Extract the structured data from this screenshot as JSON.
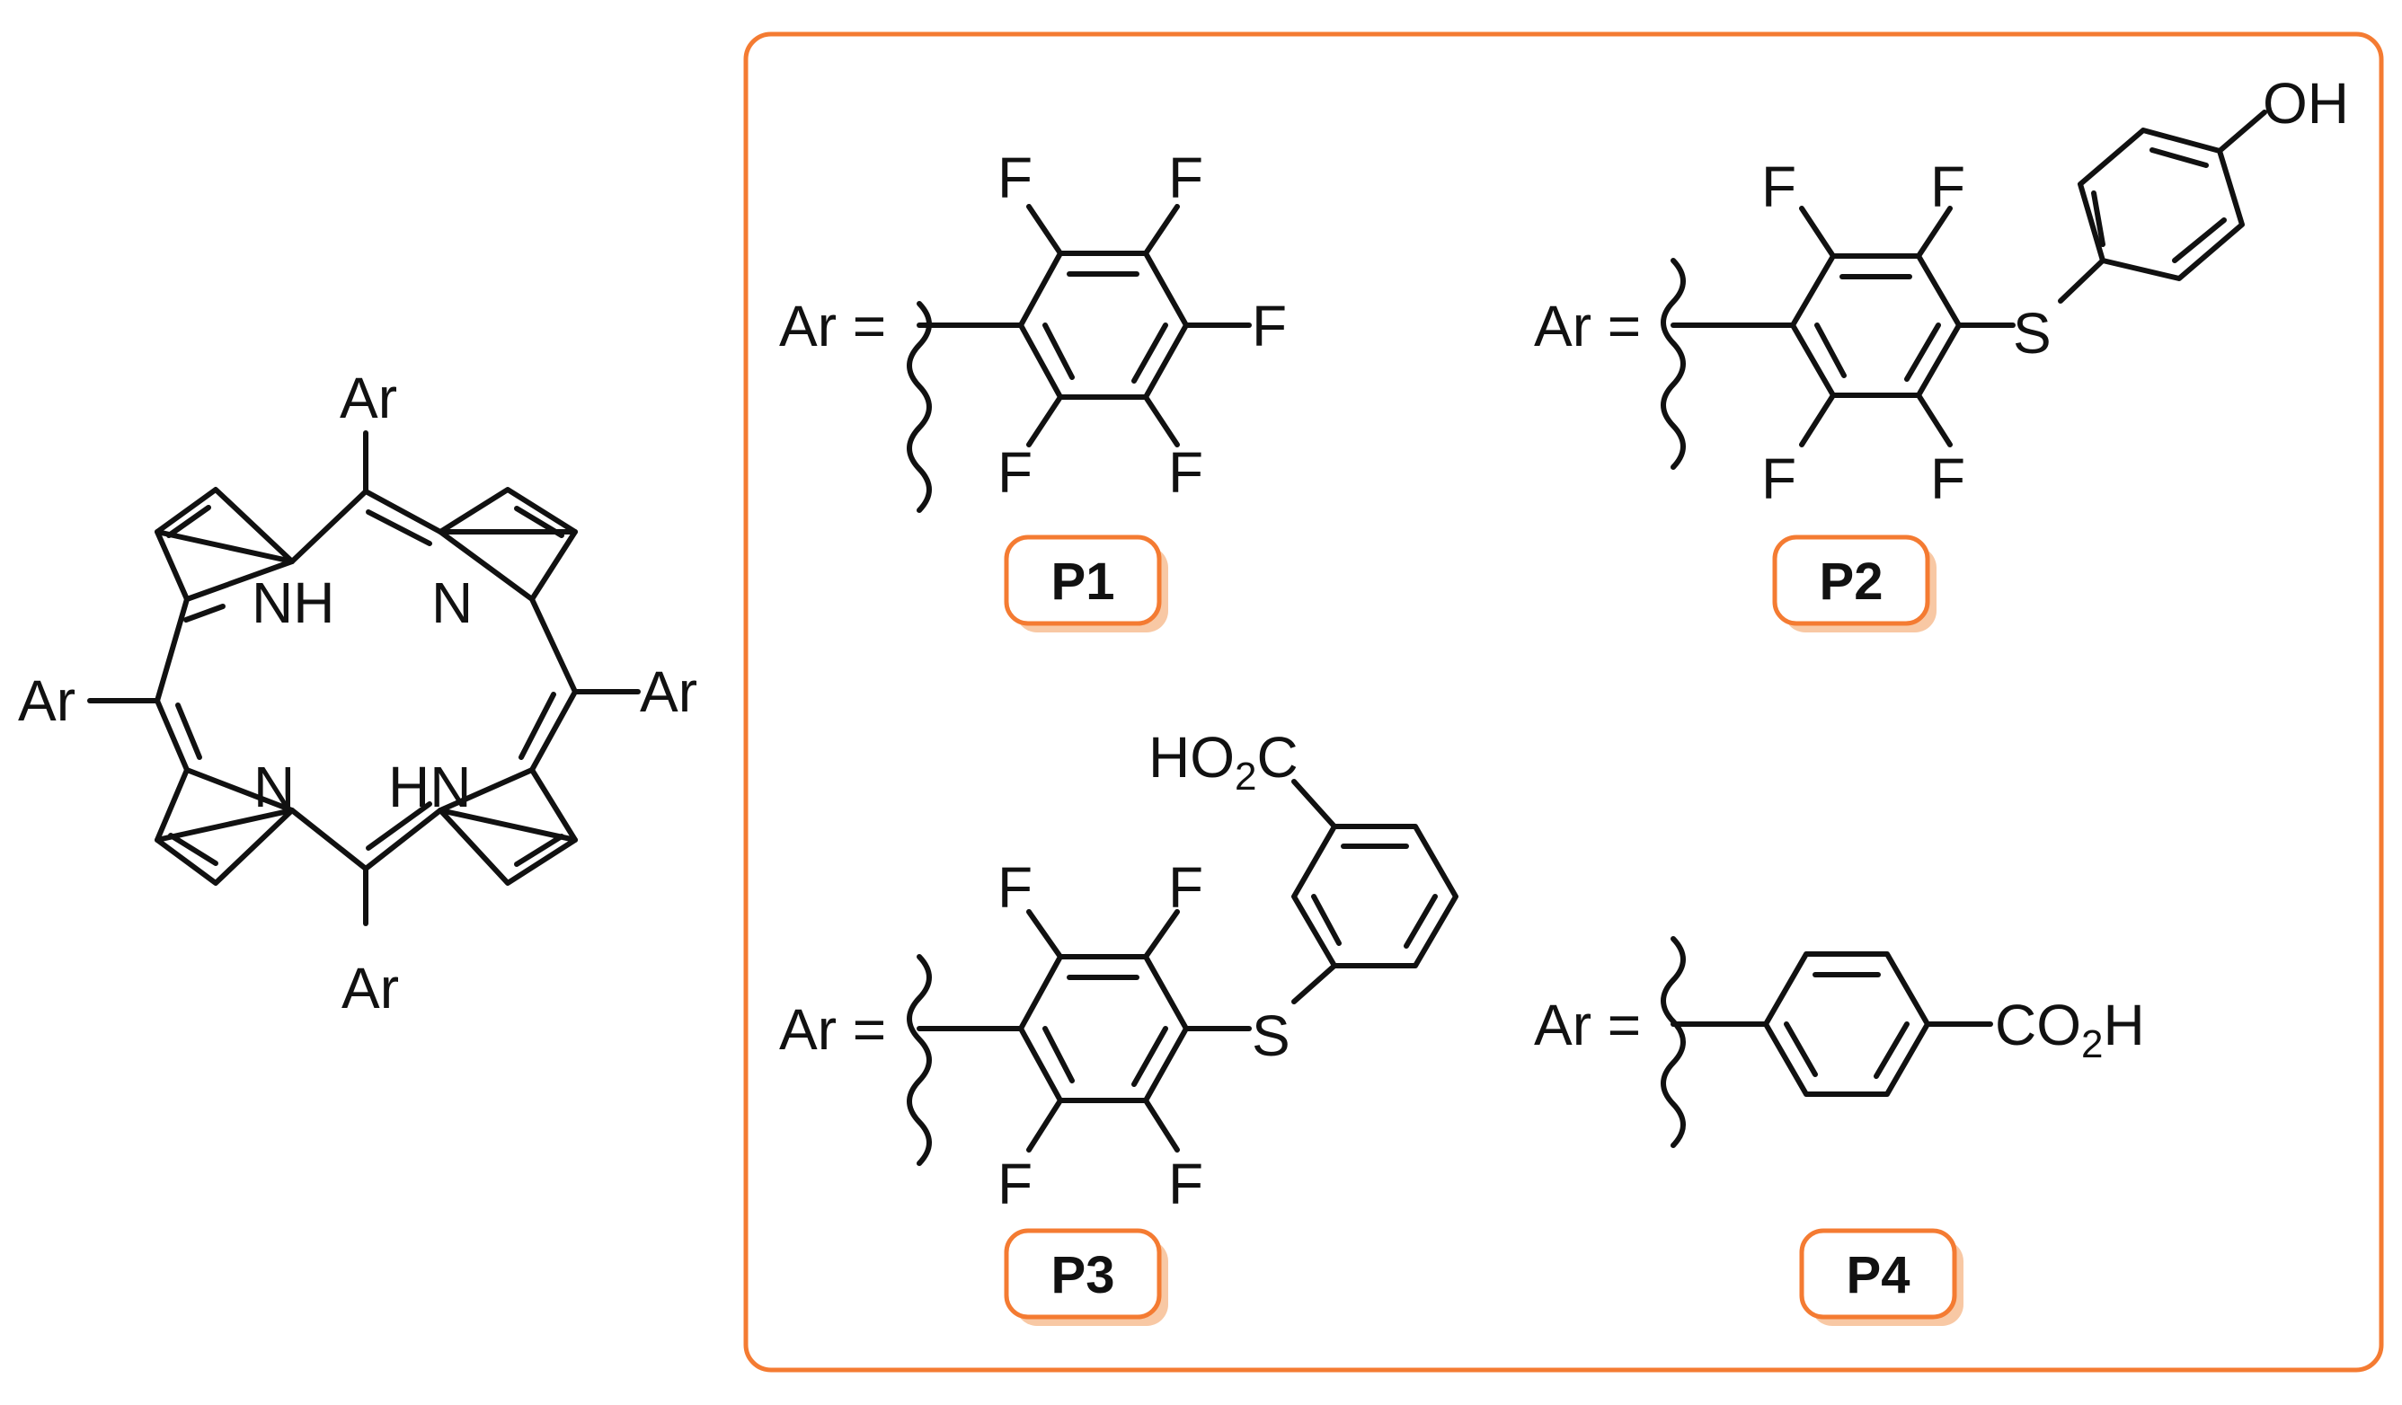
{
  "porphyrin": {
    "ar_top": "Ar",
    "ar_left": "Ar",
    "ar_right": "Ar",
    "ar_bottom": "Ar",
    "nh_top_left": "NH",
    "n_top_right": "N",
    "n_bottom_left": "N",
    "hn_bottom_right": "HN"
  },
  "panel": {
    "border_color": "#f47b32",
    "badge_shadow_color": "#f8c8a4"
  },
  "compounds": [
    {
      "id": "P1",
      "ar_prefix": "Ar =",
      "f_top_left": "F",
      "f_top_right": "F",
      "f_right": "F",
      "f_bottom_left": "F",
      "f_bottom_right": "F"
    },
    {
      "id": "P2",
      "ar_prefix": "Ar =",
      "f_top_left": "F",
      "f_top_right": "F",
      "f_bottom_left": "F",
      "f_bottom_right": "F",
      "s": "S",
      "oh": "OH"
    },
    {
      "id": "P3",
      "ar_prefix": "Ar =",
      "f_top_left": "F",
      "f_top_right": "F",
      "f_bottom_left": "F",
      "f_bottom_right": "F",
      "s": "S",
      "ho2c": "HO",
      "ho2c_sub": "2",
      "ho2c_end": "C"
    },
    {
      "id": "P4",
      "ar_prefix": "Ar =",
      "co2h": "CO",
      "co2h_sub": "2",
      "co2h_end": "H"
    }
  ]
}
